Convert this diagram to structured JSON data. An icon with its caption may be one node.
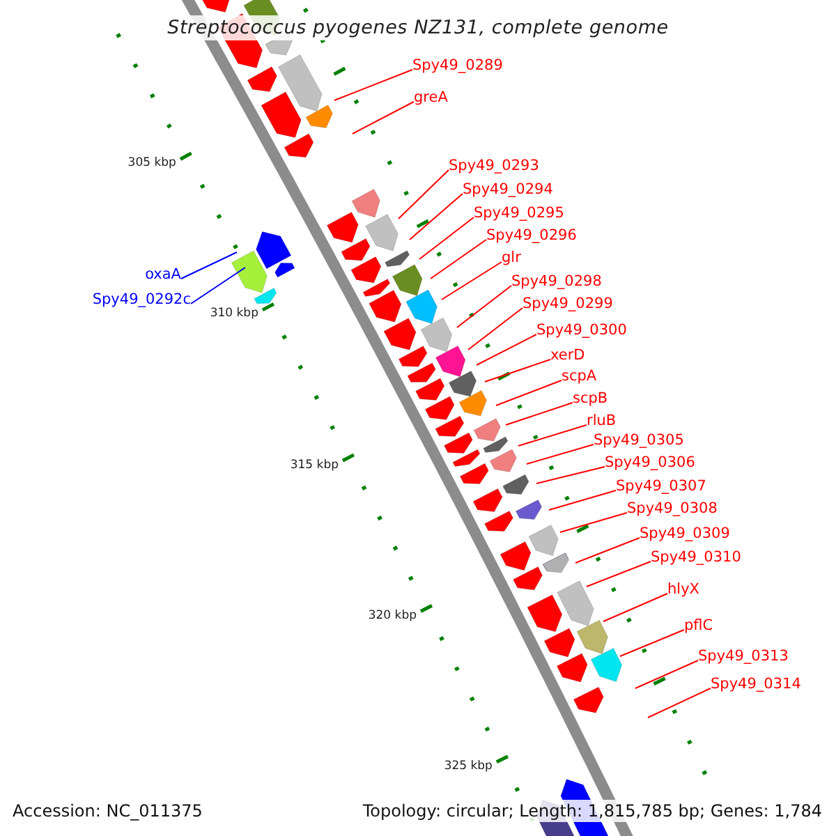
{
  "diagram": {
    "title": "Streptococcus pyogenes NZ131, complete genome",
    "nodes": [
      {
        "text": [
          "Spy49_0289"
        ]
      },
      {
        "text": [
          "greA"
        ]
      },
      {
        "text": [
          "Spy49_0293"
        ]
      },
      {
        "text": [
          "Spy49_0294"
        ]
      },
      {
        "text": [
          "Spy49_0295"
        ]
      },
      {
        "text": [
          "Spy49_0296"
        ]
      },
      {
        "text": [
          "glr"
        ]
      },
      {
        "text": [
          "oxaA"
        ]
      },
      {
        "text": [
          "Spy49_0298"
        ]
      },
      {
        "text": [
          "Spy49_0292c"
        ]
      },
      {
        "text": [
          "Spy49_0299"
        ]
      },
      {
        "text": [
          "Spy49_0300"
        ]
      },
      {
        "text": [
          "xerD"
        ]
      },
      {
        "text": [
          "scpA"
        ]
      },
      {
        "text": [
          "scpB"
        ]
      },
      {
        "text": [
          "rluB"
        ]
      },
      {
        "text": [
          "Spy49_0305"
        ]
      },
      {
        "text": [
          "Spy49_0306"
        ]
      },
      {
        "text": [
          "Spy49_0307"
        ]
      },
      {
        "text": [
          "Spy49_0308"
        ]
      },
      {
        "text": [
          "Spy49_0309"
        ]
      },
      {
        "text": [
          "Spy49_0310"
        ]
      },
      {
        "text": [
          "hlyX"
        ]
      },
      {
        "text": [
          "pflC"
        ]
      },
      {
        "text": [
          "Spy49_0313"
        ]
      },
      {
        "text": [
          "Spy49_0314"
        ]
      }
    ],
    "edges": [
      {
        "from": 0,
        "to": null,
        "arrow": "none"
      },
      {
        "from": 1,
        "to": null,
        "arrow": "none"
      },
      {
        "from": 2,
        "to": null,
        "arrow": "none"
      },
      {
        "from": 3,
        "to": null,
        "arrow": "none"
      },
      {
        "from": 4,
        "to": null,
        "arrow": "none"
      },
      {
        "from": 5,
        "to": null,
        "arrow": "none"
      },
      {
        "from": 6,
        "to": null,
        "arrow": "none"
      },
      {
        "from": 7,
        "to": null,
        "arrow": "none",
        "color": "#0000ff"
      },
      {
        "from": 8,
        "to": null,
        "arrow": "none"
      },
      {
        "from": 9,
        "to": null,
        "arrow": "none",
        "color": "#0000ff"
      },
      {
        "from": 10,
        "to": null,
        "arrow": "none"
      },
      {
        "from": 11,
        "to": null,
        "arrow": "none"
      },
      {
        "from": 12,
        "to": null,
        "arrow": "none"
      },
      {
        "from": 13,
        "to": null,
        "arrow": "none"
      },
      {
        "from": 14,
        "to": null,
        "arrow": "none"
      },
      {
        "from": 15,
        "to": null,
        "arrow": "none"
      },
      {
        "from": 16,
        "to": null,
        "arrow": "none"
      },
      {
        "from": 17,
        "to": null,
        "arrow": "none"
      },
      {
        "from": 18,
        "to": null,
        "arrow": "none"
      },
      {
        "from": 19,
        "to": null,
        "arrow": "none"
      },
      {
        "from": 20,
        "to": null,
        "arrow": "none"
      },
      {
        "from": 21,
        "to": null,
        "arrow": "none"
      },
      {
        "from": 22,
        "to": null,
        "arrow": "none"
      },
      {
        "from": 23,
        "to": null,
        "arrow": "none"
      },
      {
        "from": 24,
        "to": null,
        "arrow": "none"
      },
      {
        "from": 25,
        "to": null,
        "arrow": "none"
      }
    ],
    "labels": [
      "305 kbp",
      "310 kbp",
      "315 kbp",
      "320 kbp",
      "325 kbp",
      "Accession: NC_011375",
      "Topology: circular; Length: 1,815,785 bp; Genes: 1,784"
    ]
  }
}
